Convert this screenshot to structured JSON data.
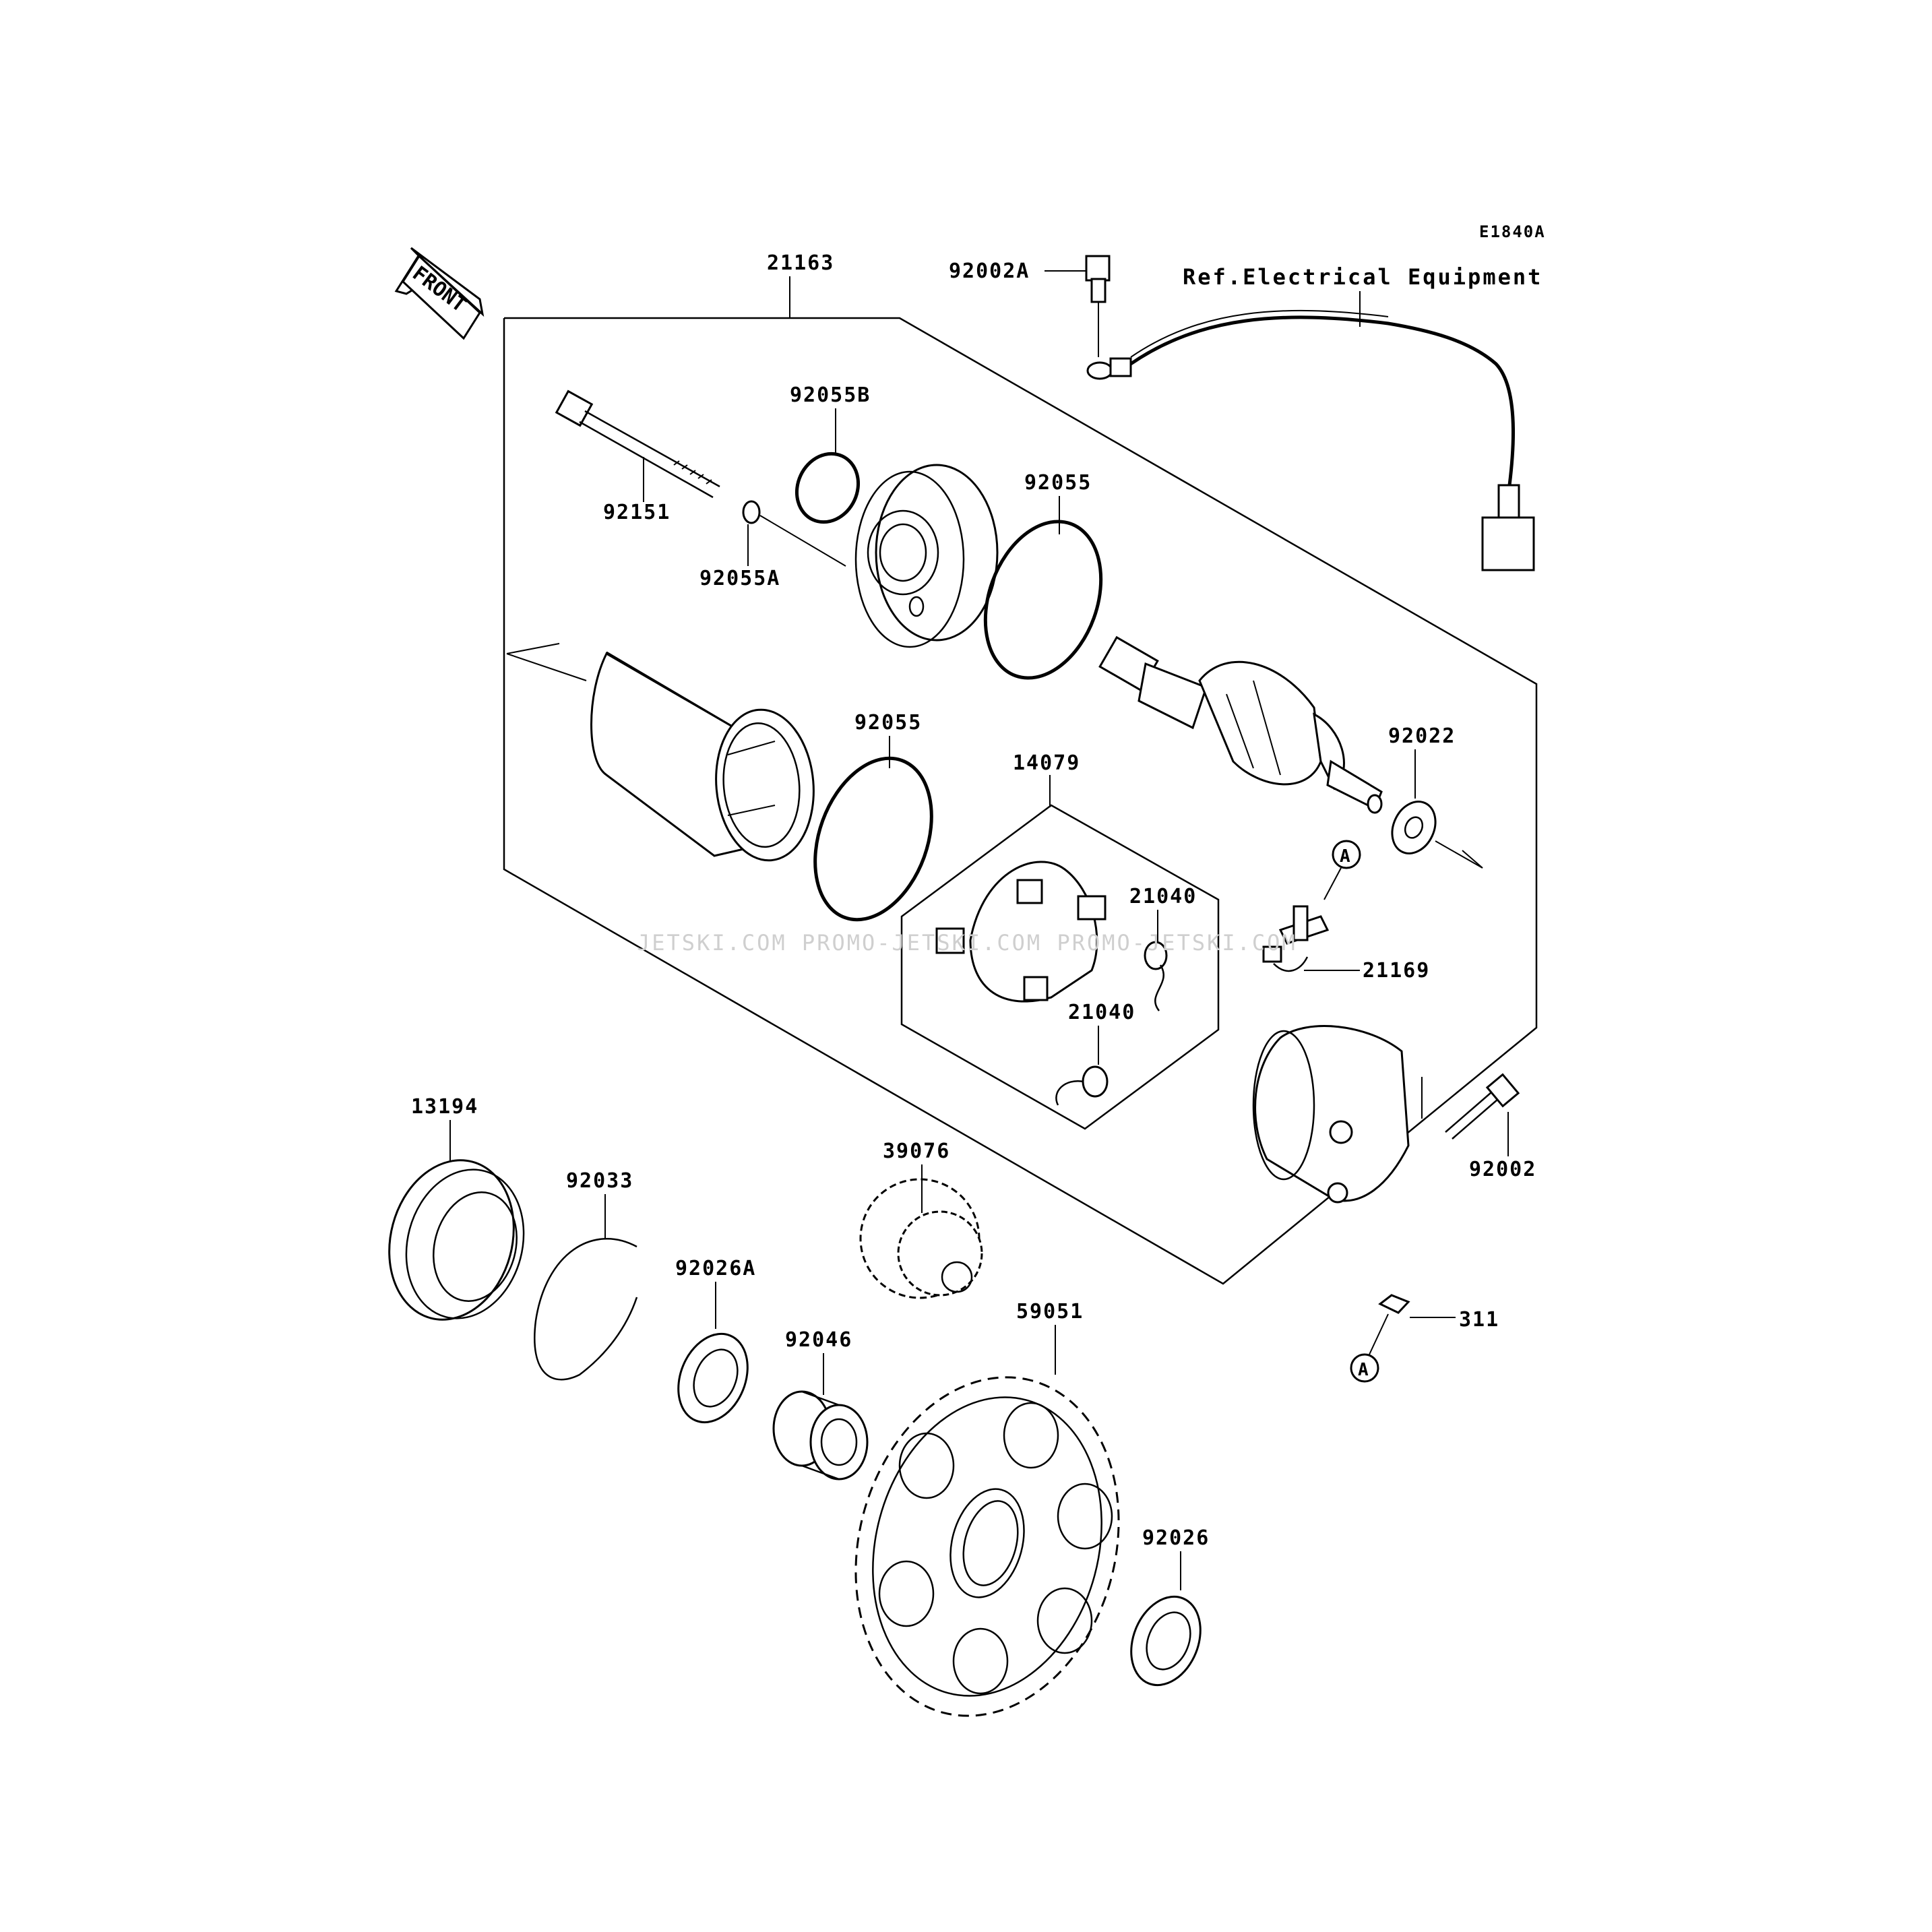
{
  "diagram_code": "E1840A",
  "front_label": "FRONT",
  "reference_note": "Ref.Electrical Equipment",
  "watermark": "JETSKI.COM  PROMO-JETSKI.COM PROMO-JETSKI.COM",
  "marker": "A",
  "parts": {
    "p21163": "21163",
    "p92002A": "92002A",
    "p92055B": "92055B",
    "p92151": "92151",
    "p92055A": "92055A",
    "p92055_top": "92055",
    "p92055_mid": "92055",
    "p14079": "14079",
    "p92022": "92022",
    "p21040_a": "21040",
    "p21040_b": "21040",
    "p21169": "21169",
    "p92002": "92002",
    "p13194": "13194",
    "p92033": "92033",
    "p39076": "39076",
    "p92026A": "92026A",
    "p92046": "92046",
    "p59051": "59051",
    "p311": "311",
    "p92026": "92026"
  }
}
